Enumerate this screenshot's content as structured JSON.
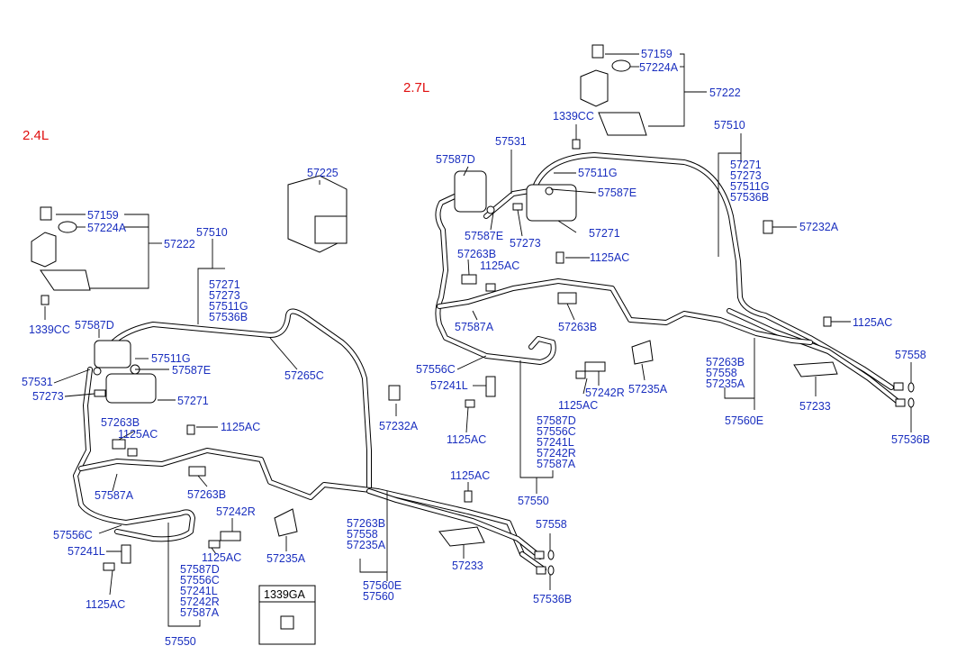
{
  "sections": {
    "left_engine": "2.4L",
    "right_engine": "2.7L"
  },
  "legend": {
    "code": "1339GA"
  },
  "labels": {
    "l_57159": "57159",
    "l_57224A": "57224A",
    "l_57222": "57222",
    "l_1339CC": "1339CC",
    "l_57510": "57510",
    "l_57271a": "57271",
    "l_57273a": "57273",
    "l_57511Ga": "57511G",
    "l_57536Ba": "57536B",
    "l_57225": "57225",
    "l_57587D": "57587D",
    "l_57511G": "57511G",
    "l_57587E": "57587E",
    "l_57531": "57531",
    "l_57273": "57273",
    "l_57271": "57271",
    "l_57265C": "57265C",
    "l_57263B": "57263B",
    "l_1125AC_a": "1125AC",
    "l_1125AC_b": "1125AC",
    "l_57232A": "57232A",
    "l_57587A": "57587A",
    "l_57263B_b": "57263B",
    "l_57556C": "57556C",
    "l_57241L": "57241L",
    "l_1125AC_c": "1125AC",
    "l_57242R": "57242R",
    "l_1125AC_d": "1125AC",
    "l_57235A": "57235A",
    "l_g1_57587D": "57587D",
    "l_g1_57556C": "57556C",
    "l_g1_57241L": "57241L",
    "l_g1_57242R": "57242R",
    "l_g1_57587A": "57587A",
    "l_57550": "57550",
    "l_g2_57263B": "57263B",
    "l_g2_57558": "57558",
    "l_g2_57235A": "57235A",
    "l_57560E": "57560E",
    "l_57560": "57560",
    "l_1125AC_e": "1125AC",
    "l_57233": "57233",
    "l_57558": "57558",
    "l_57536B": "57536B"
  },
  "labels_27": {
    "r_57159": "57159",
    "r_57224A": "57224A",
    "r_57222": "57222",
    "r_1339CC": "1339CC",
    "r_57510": "57510",
    "r_57271a": "57271",
    "r_57273a": "57273",
    "r_57511Ga": "57511G",
    "r_57536Ba": "57536B",
    "r_57531": "57531",
    "r_57587D": "57587D",
    "r_57511G": "57511G",
    "r_57587E": "57587E",
    "r_57587E2": "57587E",
    "r_57273": "57273",
    "r_57271": "57271",
    "r_57232A": "57232A",
    "r_57263B": "57263B",
    "r_1125AC_a": "1125AC",
    "r_1125AC_b": "1125AC",
    "r_57587A": "57587A",
    "r_57263B_b": "57263B",
    "r_1125AC_c": "1125AC",
    "r_57556C": "57556C",
    "r_57241L": "57241L",
    "r_1125AC_d": "1125AC",
    "r_57242R": "57242R",
    "r_1125AC_e": "1125AC",
    "r_57235A": "57235A",
    "r_g_57587D": "57587D",
    "r_g_57556C": "57556C",
    "r_g_57241L": "57241L",
    "r_g_57242R": "57242R",
    "r_g_57587A": "57587A",
    "r_57550": "57550",
    "r_g2_57263B": "57263B",
    "r_g2_57558": "57558",
    "r_g2_57235A": "57235A",
    "r_57560E": "57560E",
    "r_57233": "57233",
    "r_57558": "57558",
    "r_57536B": "57536B"
  },
  "colors": {
    "label": "#1a2fbf",
    "section": "#e01010",
    "line": "#000000"
  }
}
